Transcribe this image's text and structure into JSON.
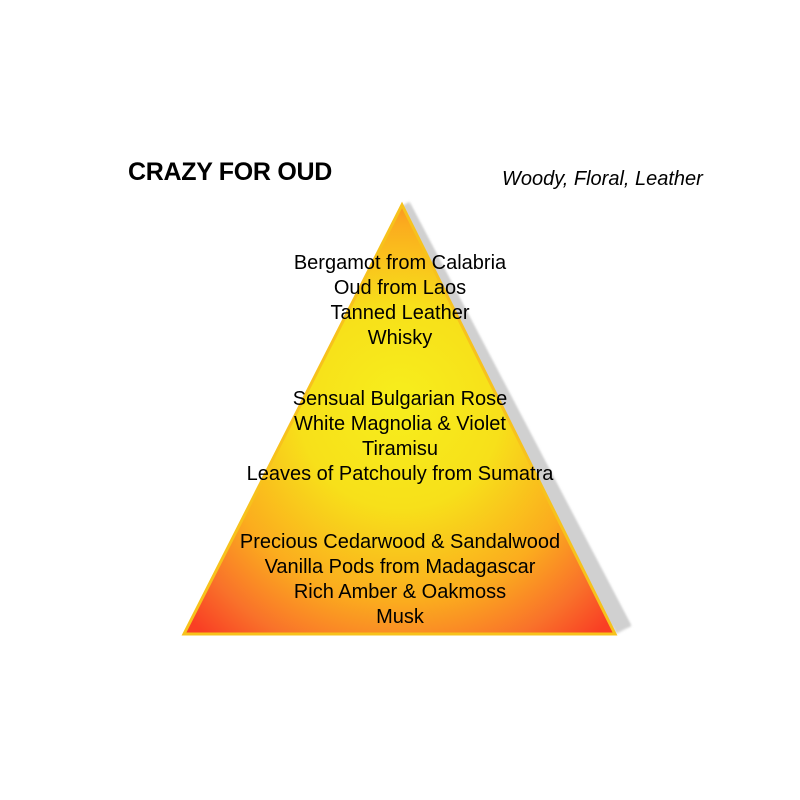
{
  "header": {
    "title": "CRAZY FOR OUD",
    "subtitle": "Woody, Floral, Leather"
  },
  "pyramid": {
    "colors": {
      "center": "#f7e81a",
      "mid": "#fbb41e",
      "edge": "#f9401f",
      "border": "#f9c51a",
      "shadow": "#c8c8c8"
    },
    "top_notes": [
      "Bergamot from Calabria",
      "Oud from Laos",
      "Tanned Leather",
      "Whisky"
    ],
    "heart_notes": [
      "Sensual Bulgarian Rose",
      "White Magnolia & Violet",
      "Tiramisu",
      "Leaves of Patchouly from Sumatra"
    ],
    "base_notes": [
      "Precious Cedarwood & Sandalwood",
      "Vanilla Pods from Madagascar",
      "Rich Amber & Oakmoss",
      "Musk"
    ]
  }
}
